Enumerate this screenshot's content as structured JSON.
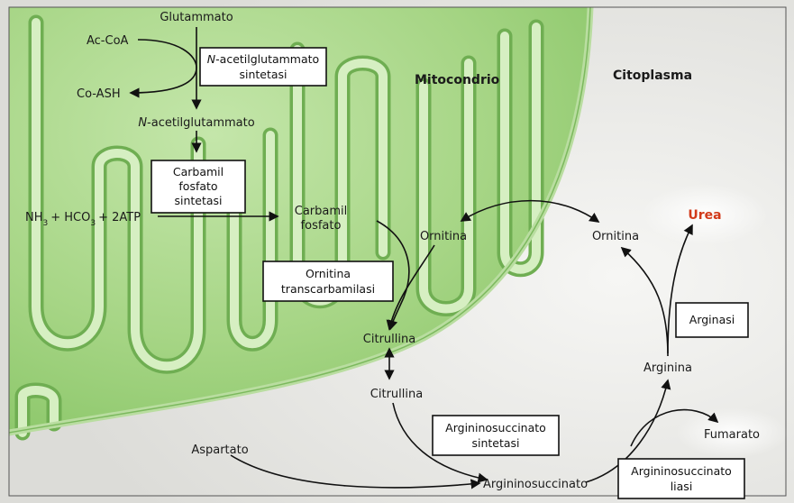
{
  "regions": {
    "mitochondrion": "Mitocondrio",
    "cytoplasm": "Citoplasma"
  },
  "metabolites": {
    "glutamate": "Glutammato",
    "acetyl_coa": "Ac-CoA",
    "coa_sh": "Co-ASH",
    "n_acetylglutamate_italic": "N",
    "n_acetylglutamate_rest": "-acetilglutammato",
    "nh3": "NH",
    "hco3": "+ HCO",
    "atp": "+ 2ATP",
    "sub3": "3",
    "carbamoyl_1": "Carbamil",
    "carbamoyl_2": "fosfato",
    "ornithine_mito": "Ornitina",
    "ornithine_cyto": "Ornitina",
    "citrulline_mito": "Citrullina",
    "citrulline_cyto": "Citrullina",
    "aspartate": "Aspartato",
    "argininosuccinate": "Argininosuccinato",
    "fumarate": "Fumarato",
    "arginine": "Arginina",
    "urea": "Urea"
  },
  "enzymes": {
    "nags_line1_italic": "N",
    "nags_line1_rest": "-acetilglutammato",
    "nags_line2": "sintetasi",
    "cps_line1": "Carbamil",
    "cps_line2": "fosfato",
    "cps_line3": "sintetasi",
    "otc_line1": "Ornitina",
    "otc_line2": "transcarbamilasi",
    "ass_line1": "Argininosuccinato",
    "ass_line2": "sintetasi",
    "asl_line1": "Argininosuccinato",
    "asl_line2": "liasi",
    "arginase": "Arginasi"
  },
  "colors": {
    "urea": "#d23a1a",
    "mito_fill": "#a8d88a",
    "mito_light": "#d2ecbe",
    "cytoplasm": "#e9e9e5"
  }
}
